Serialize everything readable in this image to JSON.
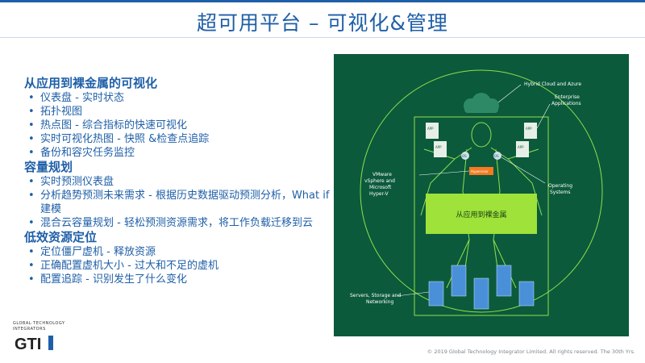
{
  "slide": {
    "title": "超可用平台 – 可视化&管理"
  },
  "sections": [
    {
      "heading": "从应用到裸金属的可视化",
      "items": [
        "仪表盘 - 实时状态",
        "拓扑视图",
        "热点图 - 综合指标的快速可视化",
        "实时可视化热图 - 快照 &检查点追踪",
        "备份和容灾任务监控"
      ]
    },
    {
      "heading": "容量规划",
      "items": [
        "实时预测仪表盘",
        "分析趋势预测未来需求 - 根据历史数据驱动预测分析，What if 建模",
        "混合云容量规划 - 轻松预测资源需求，将工作负载迁移到云"
      ]
    },
    {
      "heading": "低效资源定位",
      "items": [
        "定位僵尸虚机 - 释放资源",
        "正确配置虚机大小 - 过大和不足的虚机",
        "配置追踪 - 识别发生了什么变化"
      ]
    }
  ],
  "diagram": {
    "labels": {
      "hybrid_cloud": "Hybrid Cloud and Azure",
      "enterprise_apps_1": "Enterprise",
      "enterprise_apps_2": "Applications",
      "vmware_1": "VMware",
      "vmware_2": "vSphere and",
      "vmware_3": "Microsoft",
      "vmware_4": "Hyper-V",
      "operating_1": "Operating",
      "operating_2": "Systems",
      "servers_1": "Servers, Storage and",
      "servers_2": "Networking",
      "center": "从应用到裸金属",
      "app_tag": "APP",
      "os_tag": "OS",
      "hypervisor_tag": "Hypervisor"
    },
    "colors": {
      "background": "#0b5a3c",
      "center_box": "#9ee23a",
      "line": "#8fe04a",
      "server": "#4a90d9",
      "hypervisor": "#f47a20"
    }
  },
  "logo": {
    "line1": "GLOBAL·TECHNOLOGY",
    "line2": "INTEGRATORS",
    "mark": "GTI"
  },
  "footer": {
    "copyright": "© 2019 Global Technology Integrator Limited. All rights reserved. The 30th Yrs."
  }
}
